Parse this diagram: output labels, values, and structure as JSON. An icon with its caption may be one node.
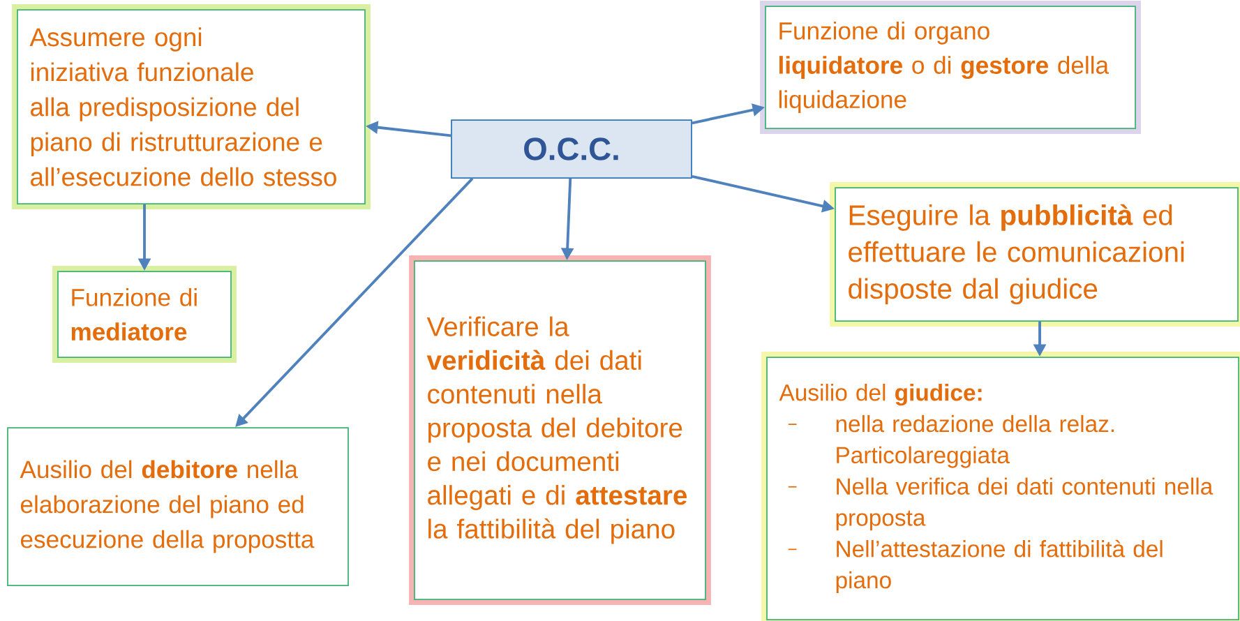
{
  "diagram": {
    "nodes": [
      {
        "text": [
          "O.C.C."
        ]
      },
      {
        "text": [
          "Assumere ogni iniziativa funzionale alla predisposizione del piano di ristrutturazione e all’esecuzione dello stesso"
        ]
      },
      {
        "text": [
          "Funzione di **mediatore**"
        ]
      },
      {
        "text": [
          "Ausilio del **debitore** nella elaborazione del piano ed esecuzione della propostta"
        ]
      },
      {
        "text": [
          "Verificare la **veridicità** dei dati contenuti nella proposta del debitore e nei documenti allegati e di **attestare** la fattibilità del piano"
        ]
      },
      {
        "text": [
          "Funzione di organo **liquidatore** o di **gestore** della liquidazione"
        ]
      },
      {
        "text": [
          "Eseguire la **pubblicità** ed effettuare le comunicazioni disposte dal giudice"
        ]
      },
      {
        "text": [
          "Ausilio del **giudice:**",
          "nella redazione della relaz. Particolareggiata",
          "Nella verifica dei dati contenuti nella proposta",
          "Nell’attestazione di fattibilità del piano"
        ]
      }
    ],
    "edges": [
      {
        "from": 0,
        "to": 1,
        "arrow": "to"
      },
      {
        "from": 1,
        "to": 2,
        "arrow": "to"
      },
      {
        "from": 0,
        "to": 3,
        "arrow": "to"
      },
      {
        "from": 0,
        "to": 4,
        "arrow": "to"
      },
      {
        "from": 0,
        "to": 5,
        "arrow": "to"
      },
      {
        "from": 0,
        "to": 6,
        "arrow": "to"
      },
      {
        "from": 6,
        "to": 7,
        "arrow": "to"
      }
    ]
  }
}
